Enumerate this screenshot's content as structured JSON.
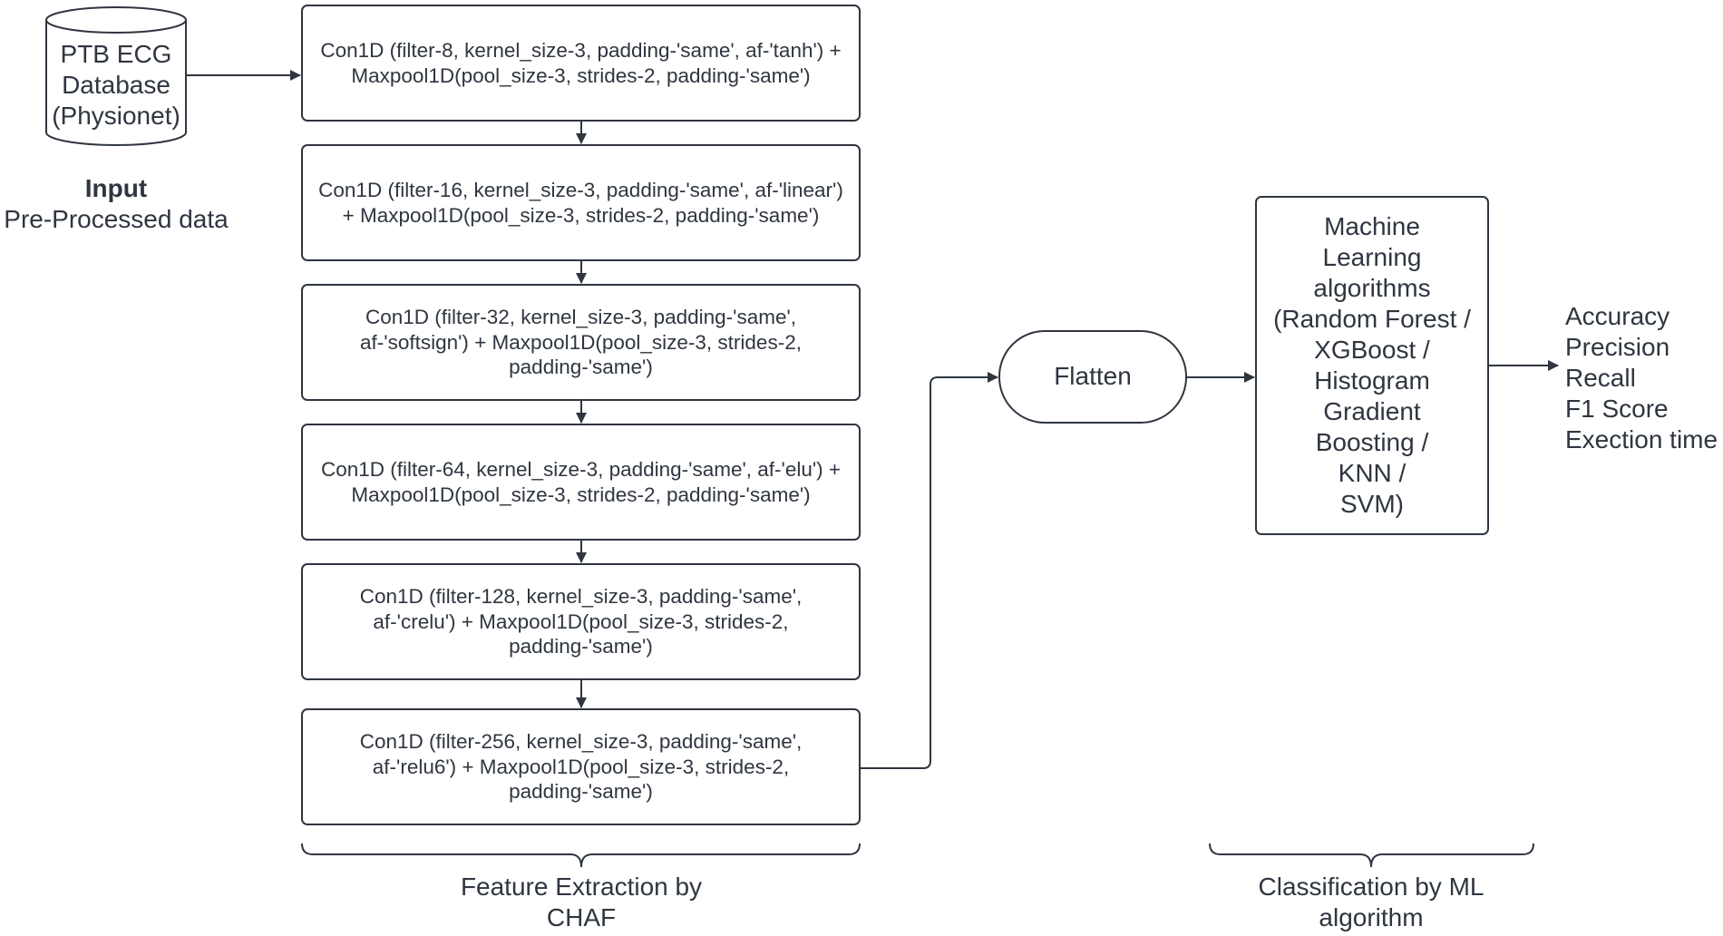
{
  "database": {
    "label": "PTB ECG\nDatabase\n(Physionet)"
  },
  "input": {
    "title": "Input",
    "subtitle": "Pre-Processed data"
  },
  "layers": [
    {
      "label": "Con1D (filter-8, kernel_size-3, padding-'same', af-'tanh') +\nMaxpool1D(pool_size-3, strides-2, padding-'same')"
    },
    {
      "label": "Con1D (filter-16, kernel_size-3, padding-'same', af-'linear')\n+ Maxpool1D(pool_size-3, strides-2, padding-'same')"
    },
    {
      "label": "Con1D (filter-32, kernel_size-3, padding-'same',\naf-'softsign') + Maxpool1D(pool_size-3, strides-2,\npadding-'same')"
    },
    {
      "label": "Con1D (filter-64, kernel_size-3, padding-'same', af-'elu') +\nMaxpool1D(pool_size-3, strides-2, padding-'same')"
    },
    {
      "label": "Con1D (filter-128, kernel_size-3, padding-'same',\naf-'crelu') + Maxpool1D(pool_size-3, strides-2,\npadding-'same')"
    },
    {
      "label": "Con1D (filter-256, kernel_size-3, padding-'same',\naf-'relu6') + Maxpool1D(pool_size-3, strides-2,\npadding-'same')"
    }
  ],
  "flatten": {
    "label": "Flatten"
  },
  "ml": {
    "label": "Machine\nLearning\nalgorithms\n(Random Forest /\nXGBoost /\nHistogram\nGradient\nBoosting /\nKNN /\nSVM)"
  },
  "metrics": [
    "Accuracy",
    "Precision",
    "Recall",
    "F1 Score",
    "Exection time"
  ],
  "groups": {
    "feature_extraction": "Feature Extraction by\nCHAF",
    "classification": "Classification by ML\nalgorithm"
  }
}
